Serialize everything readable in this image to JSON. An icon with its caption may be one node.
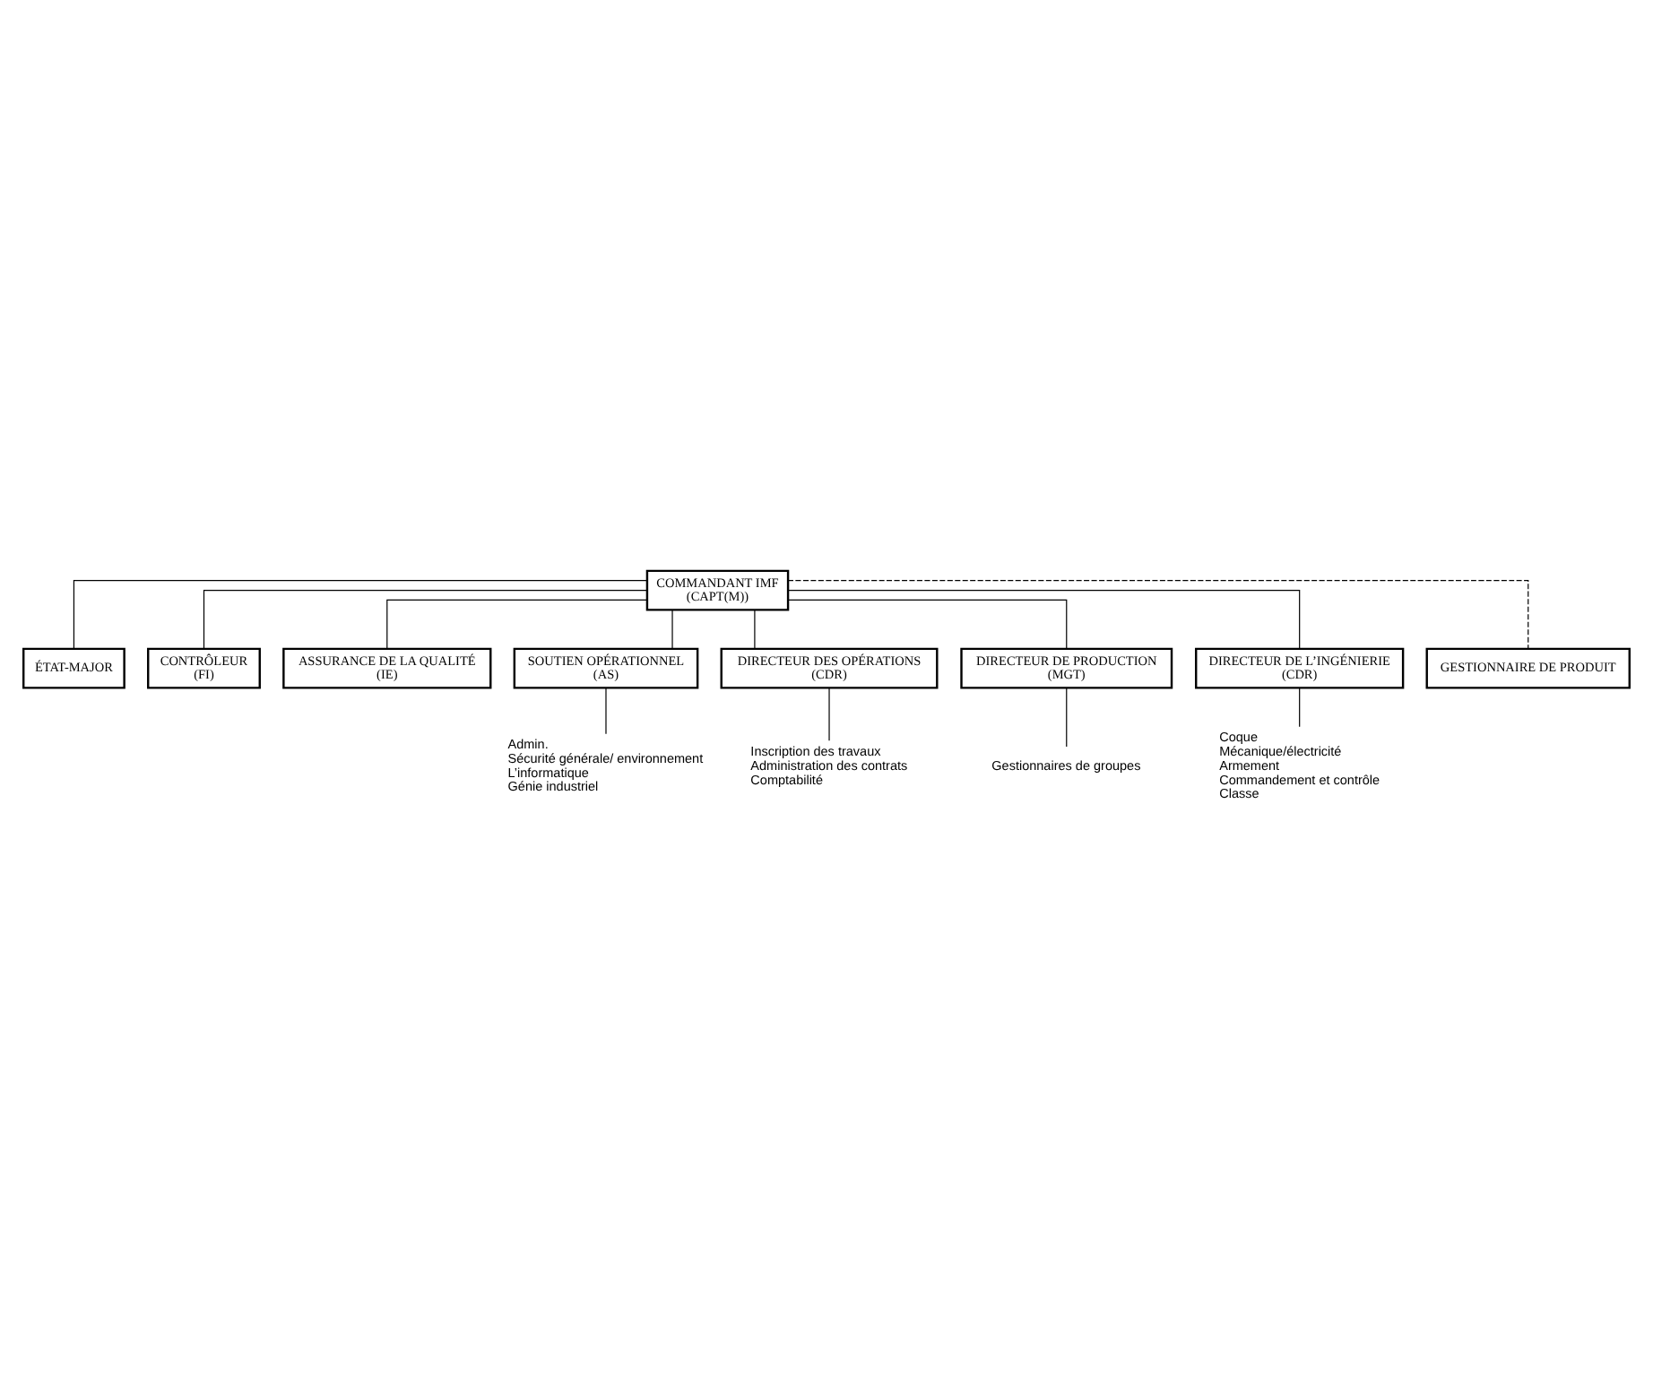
{
  "diagram": {
    "nodes": [
      {
        "text": [
          "COMMANDANT IMF",
          "(CAPT(M))"
        ]
      },
      {
        "text": [
          "ÉTAT-MAJOR"
        ]
      },
      {
        "text": [
          "CONTRÔLEUR",
          "(FI)"
        ]
      },
      {
        "text": [
          "ASSURANCE DE LA QUALITÉ",
          "(IE)"
        ]
      },
      {
        "text": [
          "SOUTIEN OPÉRATIONNEL",
          "(AS)"
        ]
      },
      {
        "text": [
          "DIRECTEUR DES OPÉRATIONS",
          "(CDR)"
        ]
      },
      {
        "text": [
          "DIRECTEUR DE PRODUCTION",
          "(MGT)"
        ]
      },
      {
        "text": [
          "DIRECTEUR DE L’INGÉNIERIE",
          "(CDR)"
        ]
      },
      {
        "text": [
          "GESTIONNAIRE DE PRODUIT"
        ]
      },
      {
        "text": [
          "Admin.",
          "Sécurité générale/ environnement",
          "L’informatique",
          "Génie industriel"
        ]
      },
      {
        "text": [
          "Inscription des travaux",
          "Administration des contrats",
          "Comptabilité"
        ]
      },
      {
        "text": [
          "Gestionnaires de groupes"
        ]
      },
      {
        "text": [
          "Coque",
          "Mécanique/électricité",
          "Armement",
          "Commandement et contrôle",
          "Classe"
        ]
      }
    ],
    "edges": [
      {
        "from": 0,
        "to": 1,
        "arrow": "none"
      },
      {
        "from": 0,
        "to": 2,
        "arrow": "none"
      },
      {
        "from": 0,
        "to": 3,
        "arrow": "none"
      },
      {
        "from": 0,
        "to": 4,
        "arrow": "none"
      },
      {
        "from": 0,
        "to": 5,
        "arrow": "none"
      },
      {
        "from": 0,
        "to": 6,
        "arrow": "none"
      },
      {
        "from": 0,
        "to": 8,
        "arrow": "none",
        "style": "dashed"
      },
      {
        "from": 0,
        "to": 7,
        "arrow": "none"
      },
      {
        "from": 4,
        "to": 9,
        "arrow": "none"
      },
      {
        "from": 5,
        "to": 10,
        "arrow": "none"
      },
      {
        "from": 6,
        "to": 11,
        "arrow": "none"
      },
      {
        "from": 7,
        "to": 12,
        "arrow": "none"
      }
    ]
  }
}
